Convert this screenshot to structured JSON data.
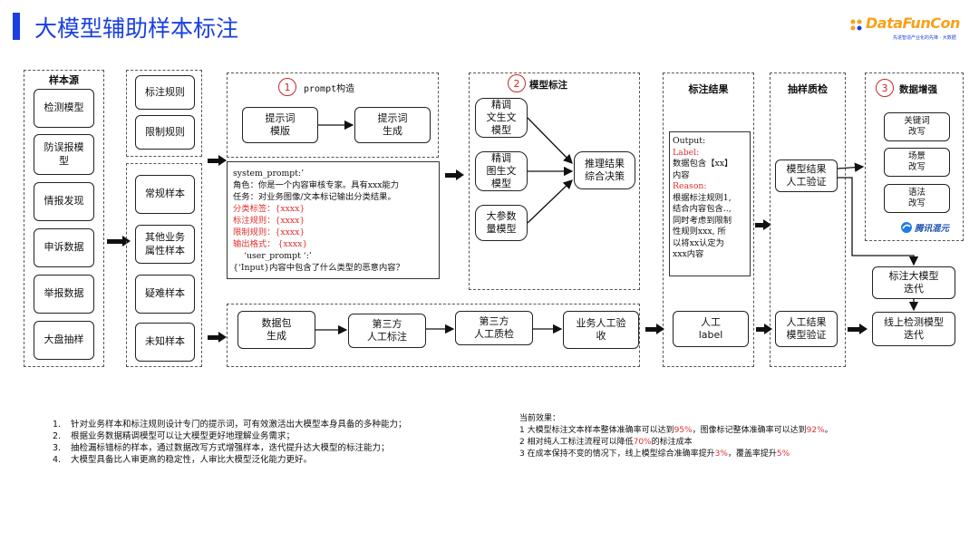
{
  "title": "大模型辅助样本标注",
  "logo": {
    "text": "DataFunCon",
    "sub": "先进智造产业化的先锋 · 大数据"
  },
  "sources": {
    "title": "样本源",
    "items": [
      "检测模型",
      "防误报模\n型",
      "情报发现",
      "申诉数据",
      "举报数据",
      "大盘抽样"
    ]
  },
  "rules": {
    "items": [
      "标注规则",
      "限制规则"
    ]
  },
  "samples": {
    "items": [
      "常规样本",
      "其他业务\n属性样本",
      "疑难样本",
      "未知样本"
    ]
  },
  "prompt": {
    "num": "1",
    "title": "prompt构造",
    "template": "提示词\n模版",
    "generate": "提示词\n生成"
  },
  "system_prompt": {
    "lines": [
      {
        "text": "system_prompt:’",
        "color": "#111111"
      },
      {
        "text": "角色：你是一个内容审核专家。具有xxx能力",
        "color": "#111111"
      },
      {
        "text": "任务：对业务图像/文本标记输出分类结果。",
        "color": "#111111"
      },
      {
        "text": "分类标签：{xxxx}",
        "color": "#e03030"
      },
      {
        "text": "标注规则：{xxxx}",
        "color": "#e03030"
      },
      {
        "text": "限制规则：{xxxx}",
        "color": "#e03030"
      },
      {
        "text": "输出格式： {xxxx}",
        "color": "#e03030"
      },
      {
        "text": "‘user_prompt ‘:’",
        "color": "#111111"
      },
      {
        "text": "{‘Input}内容中包含了什么类型的恶意内容？",
        "color": "#111111"
      }
    ]
  },
  "model": {
    "num": "2",
    "title": "模型标注",
    "m1": "精调\n文生文\n模型",
    "m2": "精调\n图生文\n模型",
    "m3": "大参数\n量模型",
    "decision": "推理结果\n综合决策"
  },
  "result": {
    "title": "标注结果",
    "lines": [
      {
        "text": "Output:",
        "color": "#111111"
      },
      {
        "text": "Label:",
        "color": "#e03030"
      },
      {
        "text": "数据包含【xx】",
        "color": "#111111"
      },
      {
        "text": "内容",
        "color": "#111111"
      },
      {
        "text": "Reason:",
        "color": "#e03030"
      },
      {
        "text": "根据标注规则1,",
        "color": "#111111"
      },
      {
        "text": "结合内容包含..,",
        "color": "#111111"
      },
      {
        "text": "同时考虑到限制",
        "color": "#111111"
      },
      {
        "text": "性规则xxx, 所",
        "color": "#111111"
      },
      {
        "text": "以将xx认定为",
        "color": "#111111"
      },
      {
        "text": "xxx内容",
        "color": "#111111"
      }
    ],
    "human_label": "人工\nlabel"
  },
  "qc": {
    "title": "抽样质检",
    "model_verify": "模型结果\n人工验证",
    "human_verify": "人工结果\n模型验证"
  },
  "enhance": {
    "num": "3",
    "title": "数据增强",
    "items": [
      "关键词\n改写",
      "场景\n改写",
      "语法\n改写"
    ],
    "brand": "腾讯混元"
  },
  "iterate": {
    "annotate": "标注大模型\n迭代",
    "online": "线上检测模型\n迭代"
  },
  "pipeline": {
    "items": [
      "数据包\n生成",
      "第三方\n人工标注",
      "第三方\n人工质检",
      "业务人工验\n收"
    ]
  },
  "notes": [
    "针对业务样本和标注规则设计专门的提示词，可有效激活出大模型本身具备的多种能力；",
    "根据业务数据精调模型可以让大模型更好地理解业务需求；",
    "抽检漏标错标的样本，通过数据改写方式增强样本，迭代提升达大模型的标注能力；",
    "大模型具备比人审更高的稳定性，人审比大模型泛化能力更好。"
  ],
  "effects": {
    "title": "当前效果：",
    "items": [
      {
        "pre": "1  大模型标注文本样本整体准确率可以达到",
        "v1": "95%",
        "mid": "，图像标记整体准确率可以达到",
        "v2": "92%",
        "post": "。"
      },
      {
        "pre": "2  相对纯人工标注流程可以降低",
        "v1": "70%",
        "mid": "的标注成本",
        "v2": "",
        "post": ""
      },
      {
        "pre": "3  在成本保持不变的情况下，线上模型综合准确率提升",
        "v1": "3%",
        "mid": "，覆盖率提升",
        "v2": "5%",
        "post": ""
      }
    ]
  },
  "colors": {
    "accent": "#1a3fe0",
    "highlight": "#e03030"
  }
}
